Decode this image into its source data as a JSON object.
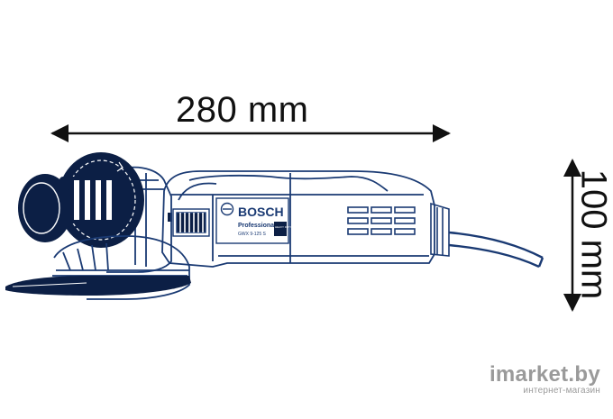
{
  "dimensions": {
    "length_label": "280 mm",
    "height_label": "100 mm"
  },
  "tool": {
    "brand": "BOSCH",
    "line": "Professional",
    "model": "GWX 9-125 S",
    "badge": "HEAVY DUTY"
  },
  "watermark": {
    "main": "imarket.by",
    "sub": "интернет-магазин"
  },
  "colors": {
    "line": "#1a3a73",
    "text": "#111111",
    "watermark": "#9a9a9a"
  }
}
